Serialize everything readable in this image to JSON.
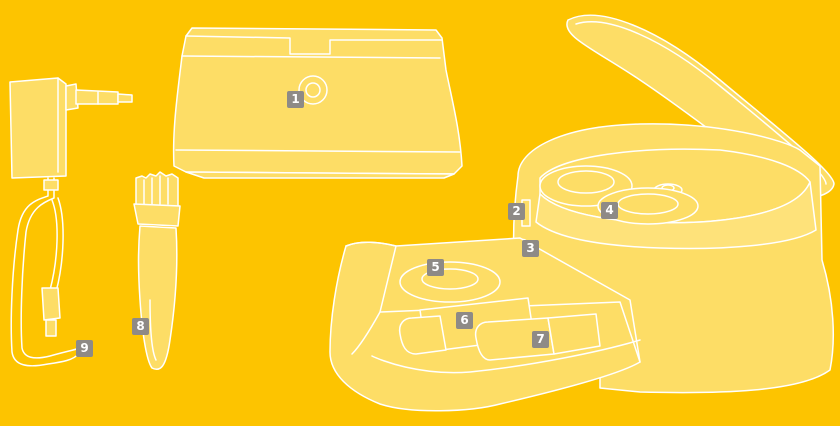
{
  "colors": {
    "background": "#FDC400",
    "part_fill": "#FDDD66",
    "part_fill_light": "#FEE27A",
    "outline": "#FFFFFF",
    "badge": "#8E8A86",
    "badge_text": "#FFFFFF"
  },
  "callouts": [
    {
      "label": "1"
    },
    {
      "label": "2"
    },
    {
      "label": "3"
    },
    {
      "label": "4"
    },
    {
      "label": "5"
    },
    {
      "label": "6"
    },
    {
      "label": "7"
    },
    {
      "label": "8"
    },
    {
      "label": "9"
    }
  ]
}
